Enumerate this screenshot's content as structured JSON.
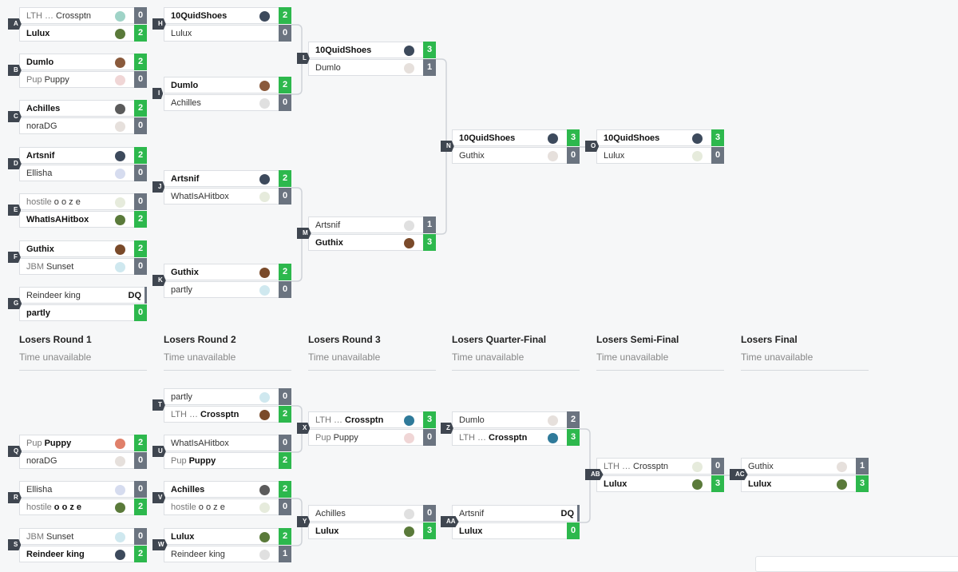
{
  "colors": {
    "win": "#2db84d",
    "lose": "#6b7480",
    "tag": "#3f4650",
    "line": "#cfd3d8"
  },
  "losers_headers": [
    {
      "title": "Losers Round 1",
      "time": "Time unavailable"
    },
    {
      "title": "Losers Round 2",
      "time": "Time unavailable"
    },
    {
      "title": "Losers Round 3",
      "time": "Time unavailable"
    },
    {
      "title": "Losers Quarter-Final",
      "time": "Time unavailable"
    },
    {
      "title": "Losers Semi-Final",
      "time": "Time unavailable"
    },
    {
      "title": "Losers Final",
      "time": "Time unavailable"
    }
  ],
  "matches": {
    "A": {
      "id": "A",
      "p1": {
        "prefix": "LTH …",
        "name": "Crossptn",
        "score": "0",
        "win": false,
        "icon": "character-icon",
        "color": "#9fd3c7"
      },
      "p2": {
        "prefix": "",
        "name": "Lulux",
        "score": "2",
        "win": true,
        "icon": "character-icon",
        "color": "#5a7a3a"
      }
    },
    "B": {
      "id": "B",
      "p1": {
        "prefix": "",
        "name": "Dumlo",
        "score": "2",
        "win": true,
        "icon": "character-icon",
        "color": "#8a5a3c"
      },
      "p2": {
        "prefix": "Pup",
        "name": "Puppy",
        "score": "0",
        "win": false,
        "icon": "character-icon",
        "color": "#f0d6d6"
      }
    },
    "C": {
      "id": "C",
      "p1": {
        "prefix": "",
        "name": "Achilles",
        "score": "2",
        "win": true,
        "icon": "character-icon",
        "color": "#5b5b5b"
      },
      "p2": {
        "prefix": "",
        "name": "noraDG",
        "score": "0",
        "win": false,
        "icon": "character-icon",
        "color": "#e6e0dc"
      }
    },
    "D": {
      "id": "D",
      "p1": {
        "prefix": "",
        "name": "Artsnif",
        "score": "2",
        "win": true,
        "icon": "character-icon",
        "color": "#3d4a5c"
      },
      "p2": {
        "prefix": "",
        "name": "Ellisha",
        "score": "0",
        "win": false,
        "icon": "character-icon",
        "color": "#d6dcef"
      }
    },
    "E": {
      "id": "E",
      "p1": {
        "prefix": "hostile",
        "name": "o o z e",
        "score": "0",
        "win": false,
        "icon": "character-icon",
        "color": "#e6ebdc"
      },
      "p2": {
        "prefix": "",
        "name": "WhatIsAHitbox",
        "score": "2",
        "win": true,
        "icon": "character-icon",
        "color": "#5a7a3a"
      }
    },
    "F": {
      "id": "F",
      "p1": {
        "prefix": "",
        "name": "Guthix",
        "score": "2",
        "win": true,
        "icon": "character-icon",
        "color": "#7a4a2a"
      },
      "p2": {
        "prefix": "JBM",
        "name": "Sunset",
        "score": "0",
        "win": false,
        "icon": "character-icon",
        "color": "#cfe8ef"
      }
    },
    "G": {
      "id": "G",
      "p1": {
        "prefix": "",
        "name": "Reindeer king",
        "score": "DQ",
        "win": false,
        "dq": true,
        "icon": "",
        "color": ""
      },
      "p2": {
        "prefix": "",
        "name": "partly",
        "score": "0",
        "win": true,
        "icon": "",
        "color": ""
      }
    },
    "H": {
      "id": "H",
      "p1": {
        "prefix": "",
        "name": "10QuidShoes",
        "score": "2",
        "win": true,
        "icon": "character-icon",
        "color": "#3d4a5c"
      },
      "p2": {
        "prefix": "",
        "name": "Lulux",
        "score": "0",
        "win": false,
        "icon": "",
        "color": ""
      }
    },
    "I": {
      "id": "I",
      "p1": {
        "prefix": "",
        "name": "Dumlo",
        "score": "2",
        "win": true,
        "icon": "character-icon",
        "color": "#8a5a3c"
      },
      "p2": {
        "prefix": "",
        "name": "Achilles",
        "score": "0",
        "win": false,
        "icon": "character-icon",
        "color": "#e0e0e0"
      }
    },
    "J": {
      "id": "J",
      "p1": {
        "prefix": "",
        "name": "Artsnif",
        "score": "2",
        "win": true,
        "icon": "character-icon",
        "color": "#3d4a5c"
      },
      "p2": {
        "prefix": "",
        "name": "WhatIsAHitbox",
        "score": "0",
        "win": false,
        "icon": "character-icon",
        "color": "#e6ebdc"
      }
    },
    "K": {
      "id": "K",
      "p1": {
        "prefix": "",
        "name": "Guthix",
        "score": "2",
        "win": true,
        "icon": "character-icon",
        "color": "#7a4a2a"
      },
      "p2": {
        "prefix": "",
        "name": "partly",
        "score": "0",
        "win": false,
        "icon": "character-icon",
        "color": "#cfe8ef"
      }
    },
    "L": {
      "id": "L",
      "p1": {
        "prefix": "",
        "name": "10QuidShoes",
        "score": "3",
        "win": true,
        "icon": "character-icon",
        "color": "#3d4a5c"
      },
      "p2": {
        "prefix": "",
        "name": "Dumlo",
        "score": "1",
        "win": false,
        "icon": "character-icon",
        "color": "#e6e0dc"
      }
    },
    "M": {
      "id": "M",
      "p1": {
        "prefix": "",
        "name": "Artsnif",
        "score": "1",
        "win": false,
        "icon": "character-icon",
        "color": "#e0e0e0"
      },
      "p2": {
        "prefix": "",
        "name": "Guthix",
        "score": "3",
        "win": true,
        "icon": "character-icon",
        "color": "#7a4a2a"
      }
    },
    "N": {
      "id": "N",
      "p1": {
        "prefix": "",
        "name": "10QuidShoes",
        "score": "3",
        "win": true,
        "icon": "character-icon",
        "color": "#3d4a5c"
      },
      "p2": {
        "prefix": "",
        "name": "Guthix",
        "score": "0",
        "win": false,
        "icon": "character-icon",
        "color": "#e6e0dc"
      }
    },
    "O": {
      "id": "O",
      "p1": {
        "prefix": "",
        "name": "10QuidShoes",
        "score": "3",
        "win": true,
        "icon": "character-icon",
        "color": "#3d4a5c"
      },
      "p2": {
        "prefix": "",
        "name": "Lulux",
        "score": "0",
        "win": false,
        "icon": "character-icon",
        "color": "#e6ebdc"
      }
    },
    "Q": {
      "id": "Q",
      "p1": {
        "prefix": "Pup",
        "name": "Puppy",
        "score": "2",
        "win": true,
        "icon": "character-icon",
        "color": "#e0806a"
      },
      "p2": {
        "prefix": "",
        "name": "noraDG",
        "score": "0",
        "win": false,
        "icon": "character-icon",
        "color": "#e6e0dc"
      }
    },
    "R": {
      "id": "R",
      "p1": {
        "prefix": "",
        "name": "Ellisha",
        "score": "0",
        "win": false,
        "icon": "character-icon",
        "color": "#d6dcef"
      },
      "p2": {
        "prefix": "hostile",
        "name": "o o z e",
        "score": "2",
        "win": true,
        "icon": "character-icon",
        "color": "#5a7a3a"
      }
    },
    "S": {
      "id": "S",
      "p1": {
        "prefix": "JBM",
        "name": "Sunset",
        "score": "0",
        "win": false,
        "icon": "character-icon",
        "color": "#cfe8ef"
      },
      "p2": {
        "prefix": "",
        "name": "Reindeer king",
        "score": "2",
        "win": true,
        "icon": "character-icon",
        "color": "#3d4a5c"
      }
    },
    "T": {
      "id": "T",
      "p1": {
        "prefix": "",
        "name": "partly",
        "score": "0",
        "win": false,
        "icon": "character-icon",
        "color": "#cfe8ef"
      },
      "p2": {
        "prefix": "LTH …",
        "name": "Crossptn",
        "score": "2",
        "win": true,
        "icon": "character-icon",
        "color": "#7a4a2a"
      }
    },
    "U": {
      "id": "U",
      "p1": {
        "prefix": "",
        "name": "WhatIsAHitbox",
        "score": "0",
        "win": false,
        "icon": "",
        "color": ""
      },
      "p2": {
        "prefix": "Pup",
        "name": "Puppy",
        "score": "2",
        "win": true,
        "icon": "",
        "color": ""
      }
    },
    "V": {
      "id": "V",
      "p1": {
        "prefix": "",
        "name": "Achilles",
        "score": "2",
        "win": true,
        "icon": "character-icon",
        "color": "#5b5b5b"
      },
      "p2": {
        "prefix": "hostile",
        "name": "o o z e",
        "score": "0",
        "win": false,
        "icon": "character-icon",
        "color": "#e6ebdc"
      }
    },
    "W": {
      "id": "W",
      "p1": {
        "prefix": "",
        "name": "Lulux",
        "score": "2",
        "win": true,
        "icon": "character-icon",
        "color": "#5a7a3a"
      },
      "p2": {
        "prefix": "",
        "name": "Reindeer king",
        "score": "1",
        "win": false,
        "icon": "character-icon",
        "color": "#e0e0e0"
      }
    },
    "X": {
      "id": "X",
      "p1": {
        "prefix": "LTH …",
        "name": "Crossptn",
        "score": "3",
        "win": true,
        "icon": "character-icon",
        "color": "#2f7a9a"
      },
      "p2": {
        "prefix": "Pup",
        "name": "Puppy",
        "score": "0",
        "win": false,
        "icon": "character-icon",
        "color": "#f0d6d6"
      }
    },
    "Y": {
      "id": "Y",
      "p1": {
        "prefix": "",
        "name": "Achilles",
        "score": "0",
        "win": false,
        "icon": "character-icon",
        "color": "#e0e0e0"
      },
      "p2": {
        "prefix": "",
        "name": "Lulux",
        "score": "3",
        "win": true,
        "icon": "character-icon",
        "color": "#5a7a3a"
      }
    },
    "Z": {
      "id": "Z",
      "p1": {
        "prefix": "",
        "name": "Dumlo",
        "score": "2",
        "win": false,
        "icon": "character-icon",
        "color": "#e6e0dc"
      },
      "p2": {
        "prefix": "LTH …",
        "name": "Crossptn",
        "score": "3",
        "win": true,
        "icon": "character-icon",
        "color": "#2f7a9a"
      }
    },
    "AA": {
      "id": "AA",
      "p1": {
        "prefix": "",
        "name": "Artsnif",
        "score": "DQ",
        "win": false,
        "dq": true,
        "icon": "",
        "color": ""
      },
      "p2": {
        "prefix": "",
        "name": "Lulux",
        "score": "0",
        "win": true,
        "icon": "",
        "color": ""
      }
    },
    "AB": {
      "id": "AB",
      "p1": {
        "prefix": "LTH …",
        "name": "Crossptn",
        "score": "0",
        "win": false,
        "icon": "character-icon",
        "color": "#e6ebdc"
      },
      "p2": {
        "prefix": "",
        "name": "Lulux",
        "score": "3",
        "win": true,
        "icon": "character-icon",
        "color": "#5a7a3a"
      }
    },
    "AC": {
      "id": "AC",
      "p1": {
        "prefix": "",
        "name": "Guthix",
        "score": "1",
        "win": false,
        "icon": "character-icon",
        "color": "#e6e0dc"
      },
      "p2": {
        "prefix": "",
        "name": "Lulux",
        "score": "3",
        "win": true,
        "icon": "character-icon",
        "color": "#5a7a3a"
      }
    }
  }
}
